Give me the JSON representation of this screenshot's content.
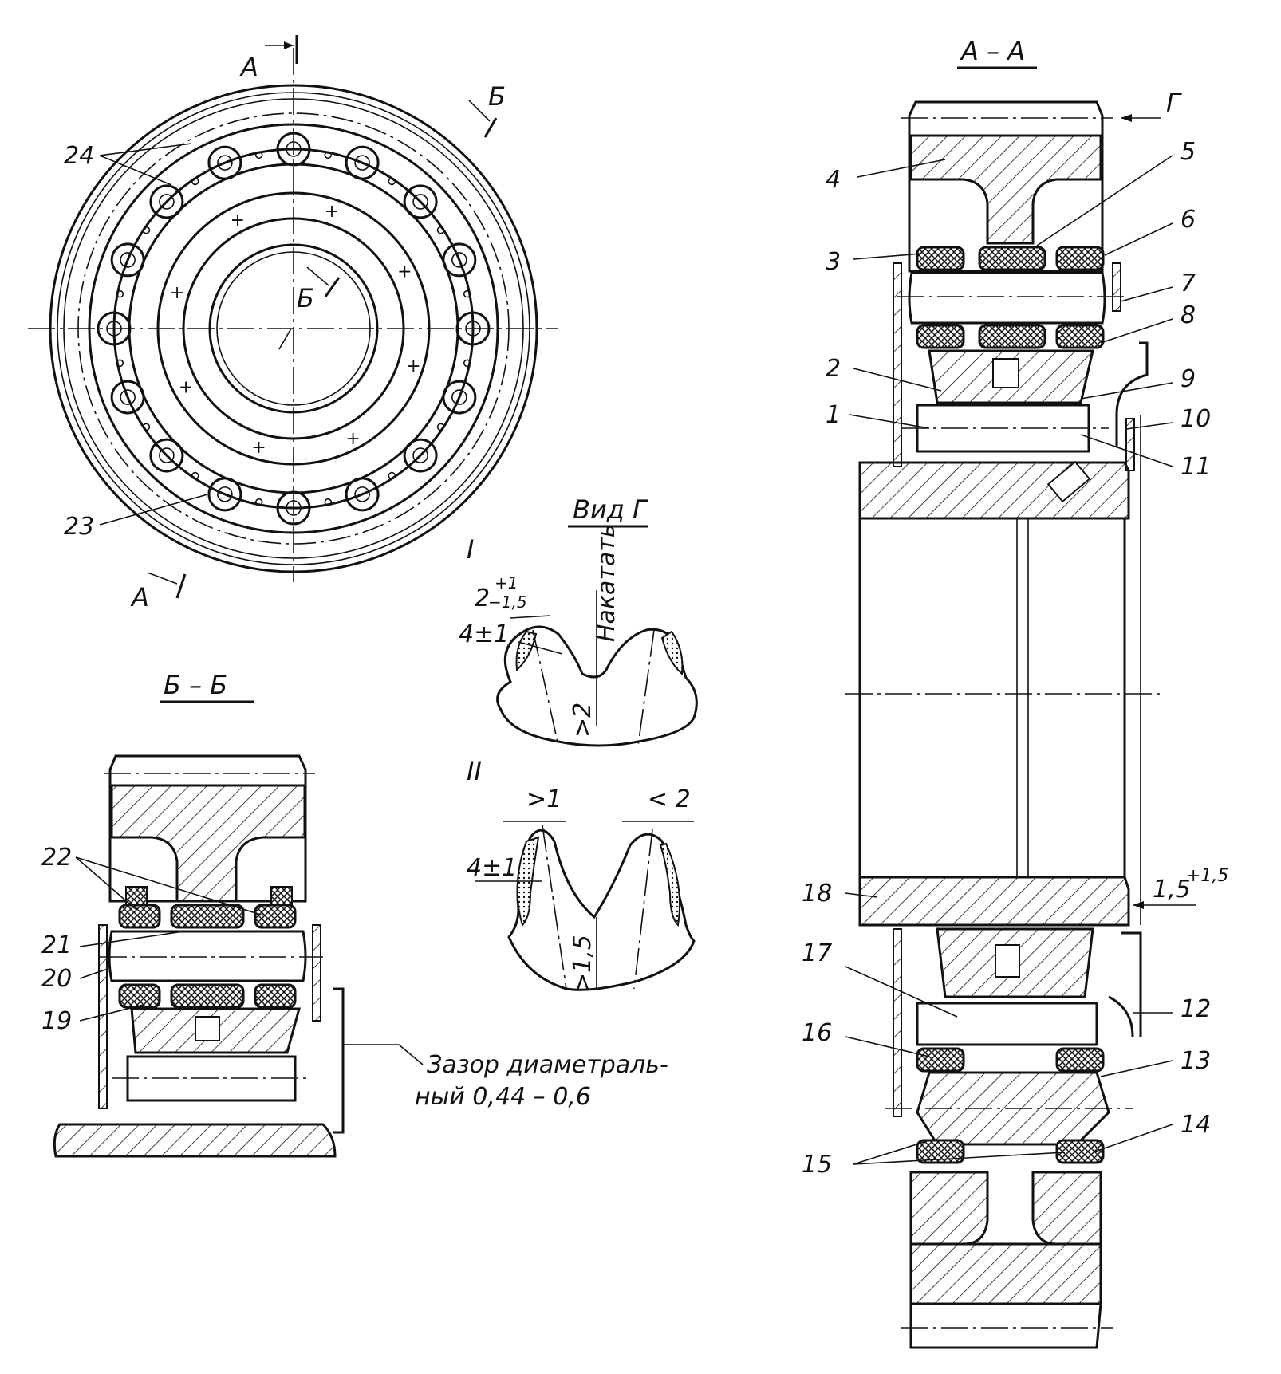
{
  "section_labels": {
    "aa": "А – А",
    "bb": "Б – Б",
    "view_g": "Вид Г",
    "variant_1": "I",
    "variant_2": "II"
  },
  "cut_markers": {
    "a_top": "А",
    "a_bottom": "А",
    "b_outer": "Б",
    "b_inner": "Б",
    "g": "Г"
  },
  "part_numbers": [
    "1",
    "2",
    "3",
    "4",
    "5",
    "6",
    "7",
    "8",
    "9",
    "10",
    "11",
    "12",
    "13",
    "14",
    "15",
    "16",
    "17",
    "18",
    "19",
    "20",
    "21",
    "22",
    "23",
    "24"
  ],
  "dimensions": {
    "tol_top_base": "2",
    "tol_top_sup": "+1",
    "tol_top_sub": "−1,5",
    "var1_layer": "4±1",
    "var1_depth": ">2",
    "knurl": "Накатать",
    "var2_left": ">1",
    "var2_right": "< 2",
    "var2_layer": "4±1",
    "var2_depth": ">1,5",
    "gap_base": "1,5",
    "gap_sup": "+1,5"
  },
  "notes": {
    "clearance_line1": "Зазор диаметраль-",
    "clearance_line2": "ный  0,44 – 0,6"
  }
}
